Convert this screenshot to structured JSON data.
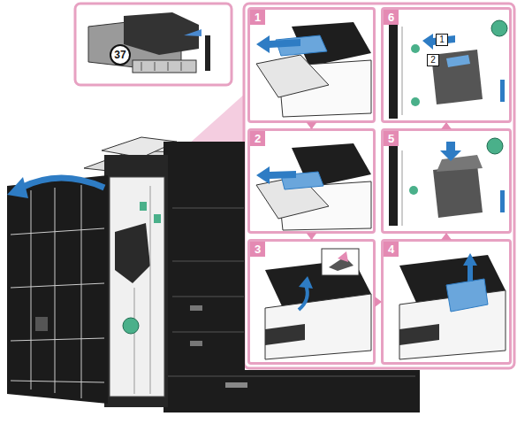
{
  "diagram": {
    "nodes": [
      {
        "text": [
          "37"
        ]
      },
      {
        "text": [
          "1"
        ]
      },
      {
        "text": [
          "2"
        ]
      },
      {
        "text": [
          "3"
        ]
      },
      {
        "text": [
          "4"
        ]
      },
      {
        "text": [
          "5"
        ]
      },
      {
        "text": [
          "6"
        ]
      },
      {
        "text": [
          "1"
        ],
        "in": 6
      },
      {
        "text": [
          "2"
        ],
        "in": 6
      }
    ],
    "edges": [
      {
        "from": 1,
        "to": 2,
        "arrow": "to"
      },
      {
        "from": 2,
        "to": 3,
        "arrow": "to"
      },
      {
        "from": 3,
        "to": 4,
        "arrow": "to"
      },
      {
        "from": 4,
        "to": 5,
        "arrow": "to"
      },
      {
        "from": 5,
        "to": 6,
        "arrow": "to"
      }
    ]
  }
}
